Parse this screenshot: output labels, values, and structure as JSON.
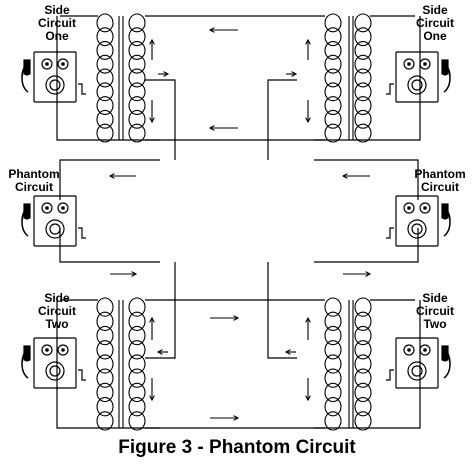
{
  "labels": {
    "side_one": [
      "Side",
      "Circuit",
      "One"
    ],
    "phantom": [
      "Phantom",
      "Circuit"
    ],
    "side_two": [
      "Side",
      "Circuit",
      "Two"
    ]
  },
  "caption": "Figure 3 - Phantom Circuit",
  "colors": {
    "line": "#000000",
    "background": "#ffffff"
  },
  "arrows": {
    "top_wire": "left",
    "second_wire": "left",
    "phantom_top": "left",
    "phantom_bottom": "right",
    "fourth_wire": "right",
    "bottom_wire": "right",
    "center_taps": "inward"
  }
}
